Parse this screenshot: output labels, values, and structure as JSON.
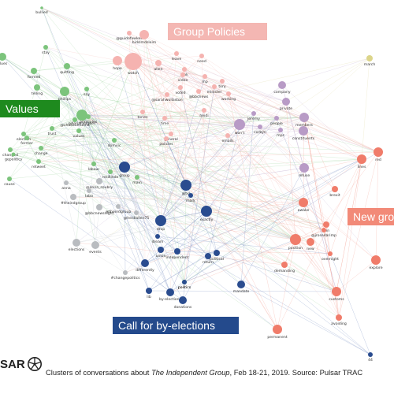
{
  "clusters": {
    "group_policies": {
      "label": "Group Policies",
      "color": "#f4b7b3"
    },
    "values": {
      "label": "Values",
      "color": "#1e8a1e"
    },
    "new_group": {
      "label": "New group",
      "color": "#f28a78"
    },
    "by_elections": {
      "label": "Call for by-elections",
      "color": "#244a8c"
    }
  },
  "caption": {
    "prefix": "Clusters of conversations about ",
    "subject": "The Independent Group",
    "suffix": ", Feb 18-21, 2019. Source: Pulsar TRAC"
  },
  "logo": {
    "text": "SAR",
    "icon": "pulsar-wheel-icon"
  },
  "colors": {
    "green": "#7cc47c",
    "pink": "#f5b3b0",
    "lavender": "#b89bc6",
    "coral": "#f07c6a",
    "navy": "#2a4c8f",
    "gray": "#b9bcc0",
    "olive": "#dcd58a"
  },
  "nodes": [
    {
      "label": "bullied",
      "group": "green"
    },
    {
      "label": "stay",
      "group": "green"
    },
    {
      "label": "blues",
      "group": "green"
    },
    {
      "label": "formed",
      "group": "green"
    },
    {
      "label": "quitting",
      "group": "green"
    },
    {
      "label": "telling",
      "group": "green"
    },
    {
      "label": "phillips",
      "group": "green"
    },
    {
      "label": "say",
      "group": "green"
    },
    {
      "label": "politics",
      "group": "green"
    },
    {
      "label": "@chukaumunna",
      "group": "green"
    },
    {
      "label": "principles",
      "group": "green"
    },
    {
      "label": "pillorialleagues",
      "group": "green"
    },
    {
      "label": "values",
      "group": "green"
    },
    {
      "label": "change",
      "group": "green"
    },
    {
      "label": "trust",
      "group": "green"
    },
    {
      "label": "election",
      "group": "green"
    },
    {
      "label": "former",
      "group": "green"
    },
    {
      "label": "changed",
      "group": "green"
    },
    {
      "label": "gepolitics",
      "group": "green"
    },
    {
      "label": "retweet",
      "group": "green"
    },
    {
      "label": "cause",
      "group": "green"
    },
    {
      "label": "domvic",
      "group": "green"
    },
    {
      "label": "labour",
      "group": "green"
    },
    {
      "label": "resillinde",
      "group": "green"
    },
    {
      "label": "main",
      "group": "green"
    },
    {
      "label": "@guidofawkes",
      "group": "pink"
    },
    {
      "label": "bidslmdsleim",
      "group": "pink"
    },
    {
      "label": "hope",
      "group": "pink"
    },
    {
      "label": "watch",
      "group": "pink"
    },
    {
      "label": "allen",
      "group": "pink"
    },
    {
      "label": "leave",
      "group": "pink"
    },
    {
      "label": "need",
      "group": "pink"
    },
    {
      "label": "look",
      "group": "pink"
    },
    {
      "label": "video",
      "group": "pink"
    },
    {
      "label": "mp",
      "group": "pink"
    },
    {
      "label": "tory",
      "group": "pink"
    },
    {
      "label": "minister",
      "group": "pink"
    },
    {
      "label": "voted",
      "group": "pink"
    },
    {
      "label": "@bbcnews",
      "group": "pink"
    },
    {
      "label": "working",
      "group": "pink"
    },
    {
      "label": "@sarahwollaston",
      "group": "pink"
    },
    {
      "label": "tories",
      "group": "pink"
    },
    {
      "label": "time",
      "group": "pink"
    },
    {
      "label": "heidi",
      "group": "pink"
    },
    {
      "label": "general",
      "group": "pink"
    },
    {
      "label": "policies",
      "group": "pink"
    },
    {
      "label": "emails",
      "group": "pink"
    },
    {
      "label": "jeremy",
      "group": "lavender"
    },
    {
      "label": "won't",
      "group": "lavender"
    },
    {
      "label": "corbyn",
      "group": "lavender"
    },
    {
      "label": "company",
      "group": "lavender"
    },
    {
      "label": "private",
      "group": "lavender"
    },
    {
      "label": "members",
      "group": "lavender"
    },
    {
      "label": "people",
      "group": "lavender"
    },
    {
      "label": "mps",
      "group": "lavender"
    },
    {
      "label": "constituents",
      "group": "lavender"
    },
    {
      "label": "refuse",
      "group": "lavender"
    },
    {
      "label": "march",
      "group": "olive"
    },
    {
      "label": "red",
      "group": "coral"
    },
    {
      "label": "lines",
      "group": "coral"
    },
    {
      "label": "brexit",
      "group": "coral"
    },
    {
      "label": "awake",
      "group": "coral"
    },
    {
      "label": "join",
      "group": "coral"
    },
    {
      "label": "position",
      "group": "coral"
    },
    {
      "label": "new",
      "group": "coral"
    },
    {
      "label": "@jrosedarimp",
      "group": "coral"
    },
    {
      "label": "overnight",
      "group": "coral"
    },
    {
      "label": "demanding",
      "group": "coral"
    },
    {
      "label": "explore",
      "group": "coral"
    },
    {
      "label": "customs",
      "group": "coral"
    },
    {
      "label": "avoiding",
      "group": "coral"
    },
    {
      "label": "permanent",
      "group": "coral"
    },
    {
      "label": "group",
      "group": "navy"
    },
    {
      "label": "@tig",
      "group": "navy"
    },
    {
      "label": "mark",
      "group": "navy"
    },
    {
      "label": "exactly",
      "group": "navy"
    },
    {
      "label": "drop",
      "group": "navy"
    },
    {
      "label": "dream",
      "group": "navy"
    },
    {
      "label": "union",
      "group": "navy"
    },
    {
      "label": "differently",
      "group": "navy"
    },
    {
      "label": "independent",
      "group": "navy"
    },
    {
      "label": "return",
      "group": "navy"
    },
    {
      "label": "political",
      "group": "navy"
    },
    {
      "label": "politics",
      "group": "navy"
    },
    {
      "label": "mandate",
      "group": "navy"
    },
    {
      "label": "lib",
      "group": "navy"
    },
    {
      "label": "by-elections",
      "group": "navy"
    },
    {
      "label": "donations",
      "group": "navy"
    },
    {
      "label": "44",
      "group": "navy"
    },
    {
      "label": "@anna_soubry",
      "group": "gray"
    },
    {
      "label": "#theindgroup",
      "group": "gray"
    },
    {
      "label": "@bbcnewsnight",
      "group": "gray"
    },
    {
      "label": "@theindgroup",
      "group": "gray"
    },
    {
      "label": "@heidiallen75",
      "group": "gray"
    },
    {
      "label": "events",
      "group": "gray"
    },
    {
      "label": "elections",
      "group": "gray"
    },
    {
      "label": "#changepolitics",
      "group": "gray"
    },
    {
      "label": "anna",
      "group": "gray"
    },
    {
      "label": "labo",
      "group": "gray"
    }
  ]
}
